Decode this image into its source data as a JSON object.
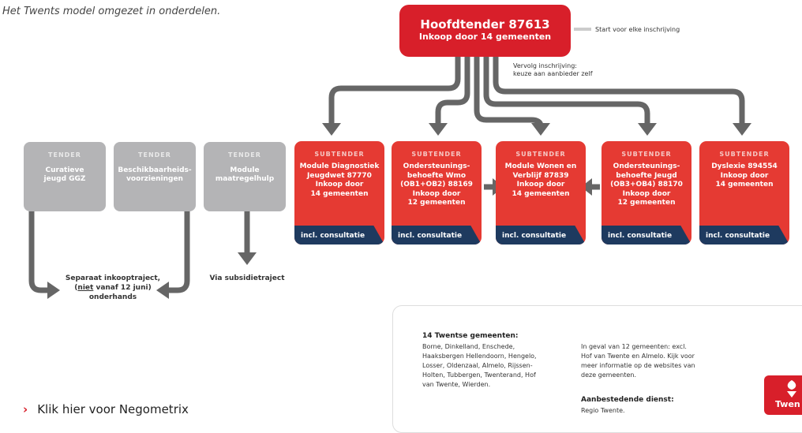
{
  "intro": "Het Twents model omgezet in onderdelen.",
  "main": {
    "title": "Hoofdtender 87613",
    "subtitle": "Inkoop door 14 gemeenten"
  },
  "start_note": "Start voor elke inschrijving",
  "vervolg_note": [
    "Vervolg inschrijving:",
    "keuze aan aanbieder zelf"
  ],
  "tenders": [
    {
      "kind": "TENDER",
      "lines": [
        "Curatieve",
        "jeugd GGZ"
      ]
    },
    {
      "kind": "TENDER",
      "lines": [
        "Beschikbaarheids-",
        "voorzieningen"
      ]
    },
    {
      "kind": "TENDER",
      "lines": [
        "Module",
        "maatregelhulp"
      ]
    }
  ],
  "subtenders": [
    {
      "kind": "SUBTENDER",
      "lines": [
        "Module Diagnostiek",
        "Jeugdwet 87770",
        "Inkoop door",
        "14 gemeenten"
      ],
      "band": "incl. consultatie"
    },
    {
      "kind": "SUBTENDER",
      "lines": [
        "Ondersteunings-",
        "behoefte Wmo",
        "(OB1+OB2) 88169",
        "Inkoop door",
        "12 gemeenten"
      ],
      "band": "incl. consultatie"
    },
    {
      "kind": "SUBTENDER",
      "lines": [
        "Module Wonen en",
        "Verblijf 87839",
        "Inkoop door",
        "14 gemeenten"
      ],
      "band": "incl. consultatie"
    },
    {
      "kind": "SUBTENDER",
      "lines": [
        "Ondersteunings-",
        "behoefte Jeugd",
        "(OB3+OB4) 88170",
        "Inkoop door",
        "12 gemeenten"
      ],
      "band": "incl. consultatie"
    },
    {
      "kind": "SUBTENDER",
      "lines": [
        "Dyslexie 894554",
        "Inkoop door",
        "14 gemeenten"
      ],
      "band": "incl. consultatie"
    }
  ],
  "separaat": {
    "line1": "Separaat inkooptraject,",
    "line2_pre": "(",
    "line2_u": "niet",
    "line2_post": " vanaf 12 juni)",
    "line3": "onderhands"
  },
  "subsidie": "Via subsidietraject",
  "info": {
    "title": "14 Twentse gemeenten:",
    "left_lines": [
      "Borne, Dinkelland, Enschede,",
      "Haaksbergen Hellendoorn, Hengelo,",
      "Losser, Oldenzaal, Almelo, Rijssen-",
      "Holten, Tubbergen, Twenterand, Hof",
      "van Twente, Wierden."
    ],
    "right_lines": [
      "In geval van 12 gemeenten: excl.",
      "Hof van Twente en Almelo. Kijk voor",
      "meer informatie op de websites van",
      "deze gemeenten."
    ],
    "dienst_title": "Aanbestedende dienst:",
    "dienst_value": "Regio Twente."
  },
  "link": {
    "chevron": "›",
    "label": "Klik hier voor Negometrix"
  },
  "logo_text": "Twen",
  "colors": {
    "red_main": "#d81f2a",
    "red_sub": "#e53a33",
    "grey": "#b4b4b6",
    "navy": "#1e3a5f",
    "arrow": "#666666"
  }
}
